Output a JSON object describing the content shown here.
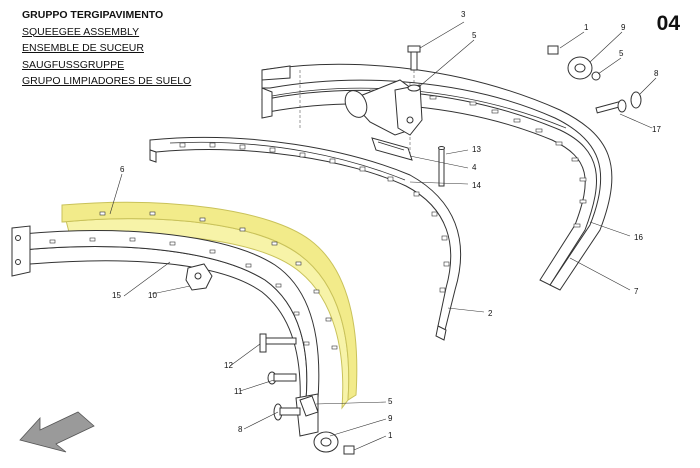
{
  "header": {
    "title": "GRUPPO TERGIPAVIMENTO",
    "subtitles": [
      "SQUEEGEE ASSEMBLY",
      "ENSEMBLE DE SUCEUR",
      "SAUGFUSSGRUPPE",
      "GRUPO LIMPIADORES DE SUELO"
    ],
    "page_number": "04"
  },
  "callouts": {
    "c1_top": "1",
    "c9_top": "9",
    "c5_top_right": "5",
    "c8_right": "8",
    "c17": "17",
    "c3": "3",
    "c5_top": "5",
    "c13": "13",
    "c4": "4",
    "c14": "14",
    "c16": "16",
    "c7": "7",
    "c6": "6",
    "c2": "2",
    "c15": "15",
    "c10": "10",
    "c12": "12",
    "c11": "11",
    "c8_bottom": "8",
    "c5_bottom": "5",
    "c9_bottom": "9",
    "c1_bottom": "1"
  },
  "colors": {
    "highlight_fill": "#f7f3a8",
    "highlight_stroke": "#c9c25a",
    "line": "#333333",
    "arrow_grey": "#9a9a9a"
  },
  "icons": {
    "direction": "direction-arrow-icon"
  }
}
